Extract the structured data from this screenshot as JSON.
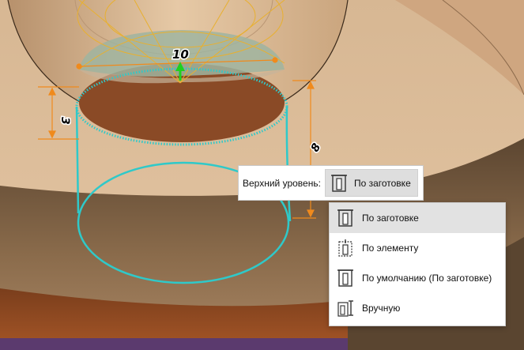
{
  "colors": {
    "wall_light": "#dcbc99",
    "wall_dark": "#6b5237",
    "hole_floor": "#8a4a26",
    "preview_cyan": "#2fc9c9",
    "dimension_orange": "#f08a1c",
    "sketch_yellow": "#e8b030",
    "direction_green": "#1fd11f"
  },
  "dimensions": {
    "depth_left": "3",
    "diameter": "10",
    "depth_right": "8"
  },
  "level_control": {
    "label": "Верхний уровень:",
    "selected": "По заготовке",
    "selected_icon": "blank-level-icon"
  },
  "dropdown": {
    "items": [
      {
        "label": "По заготовке",
        "icon": "blank-level-icon",
        "selected": true
      },
      {
        "label": "По элементу",
        "icon": "element-level-icon",
        "selected": false
      },
      {
        "label": "По умолчанию (По заготовке)",
        "icon": "default-level-icon",
        "selected": false
      },
      {
        "label": "Вручную",
        "icon": "manual-level-icon",
        "selected": false
      }
    ]
  }
}
